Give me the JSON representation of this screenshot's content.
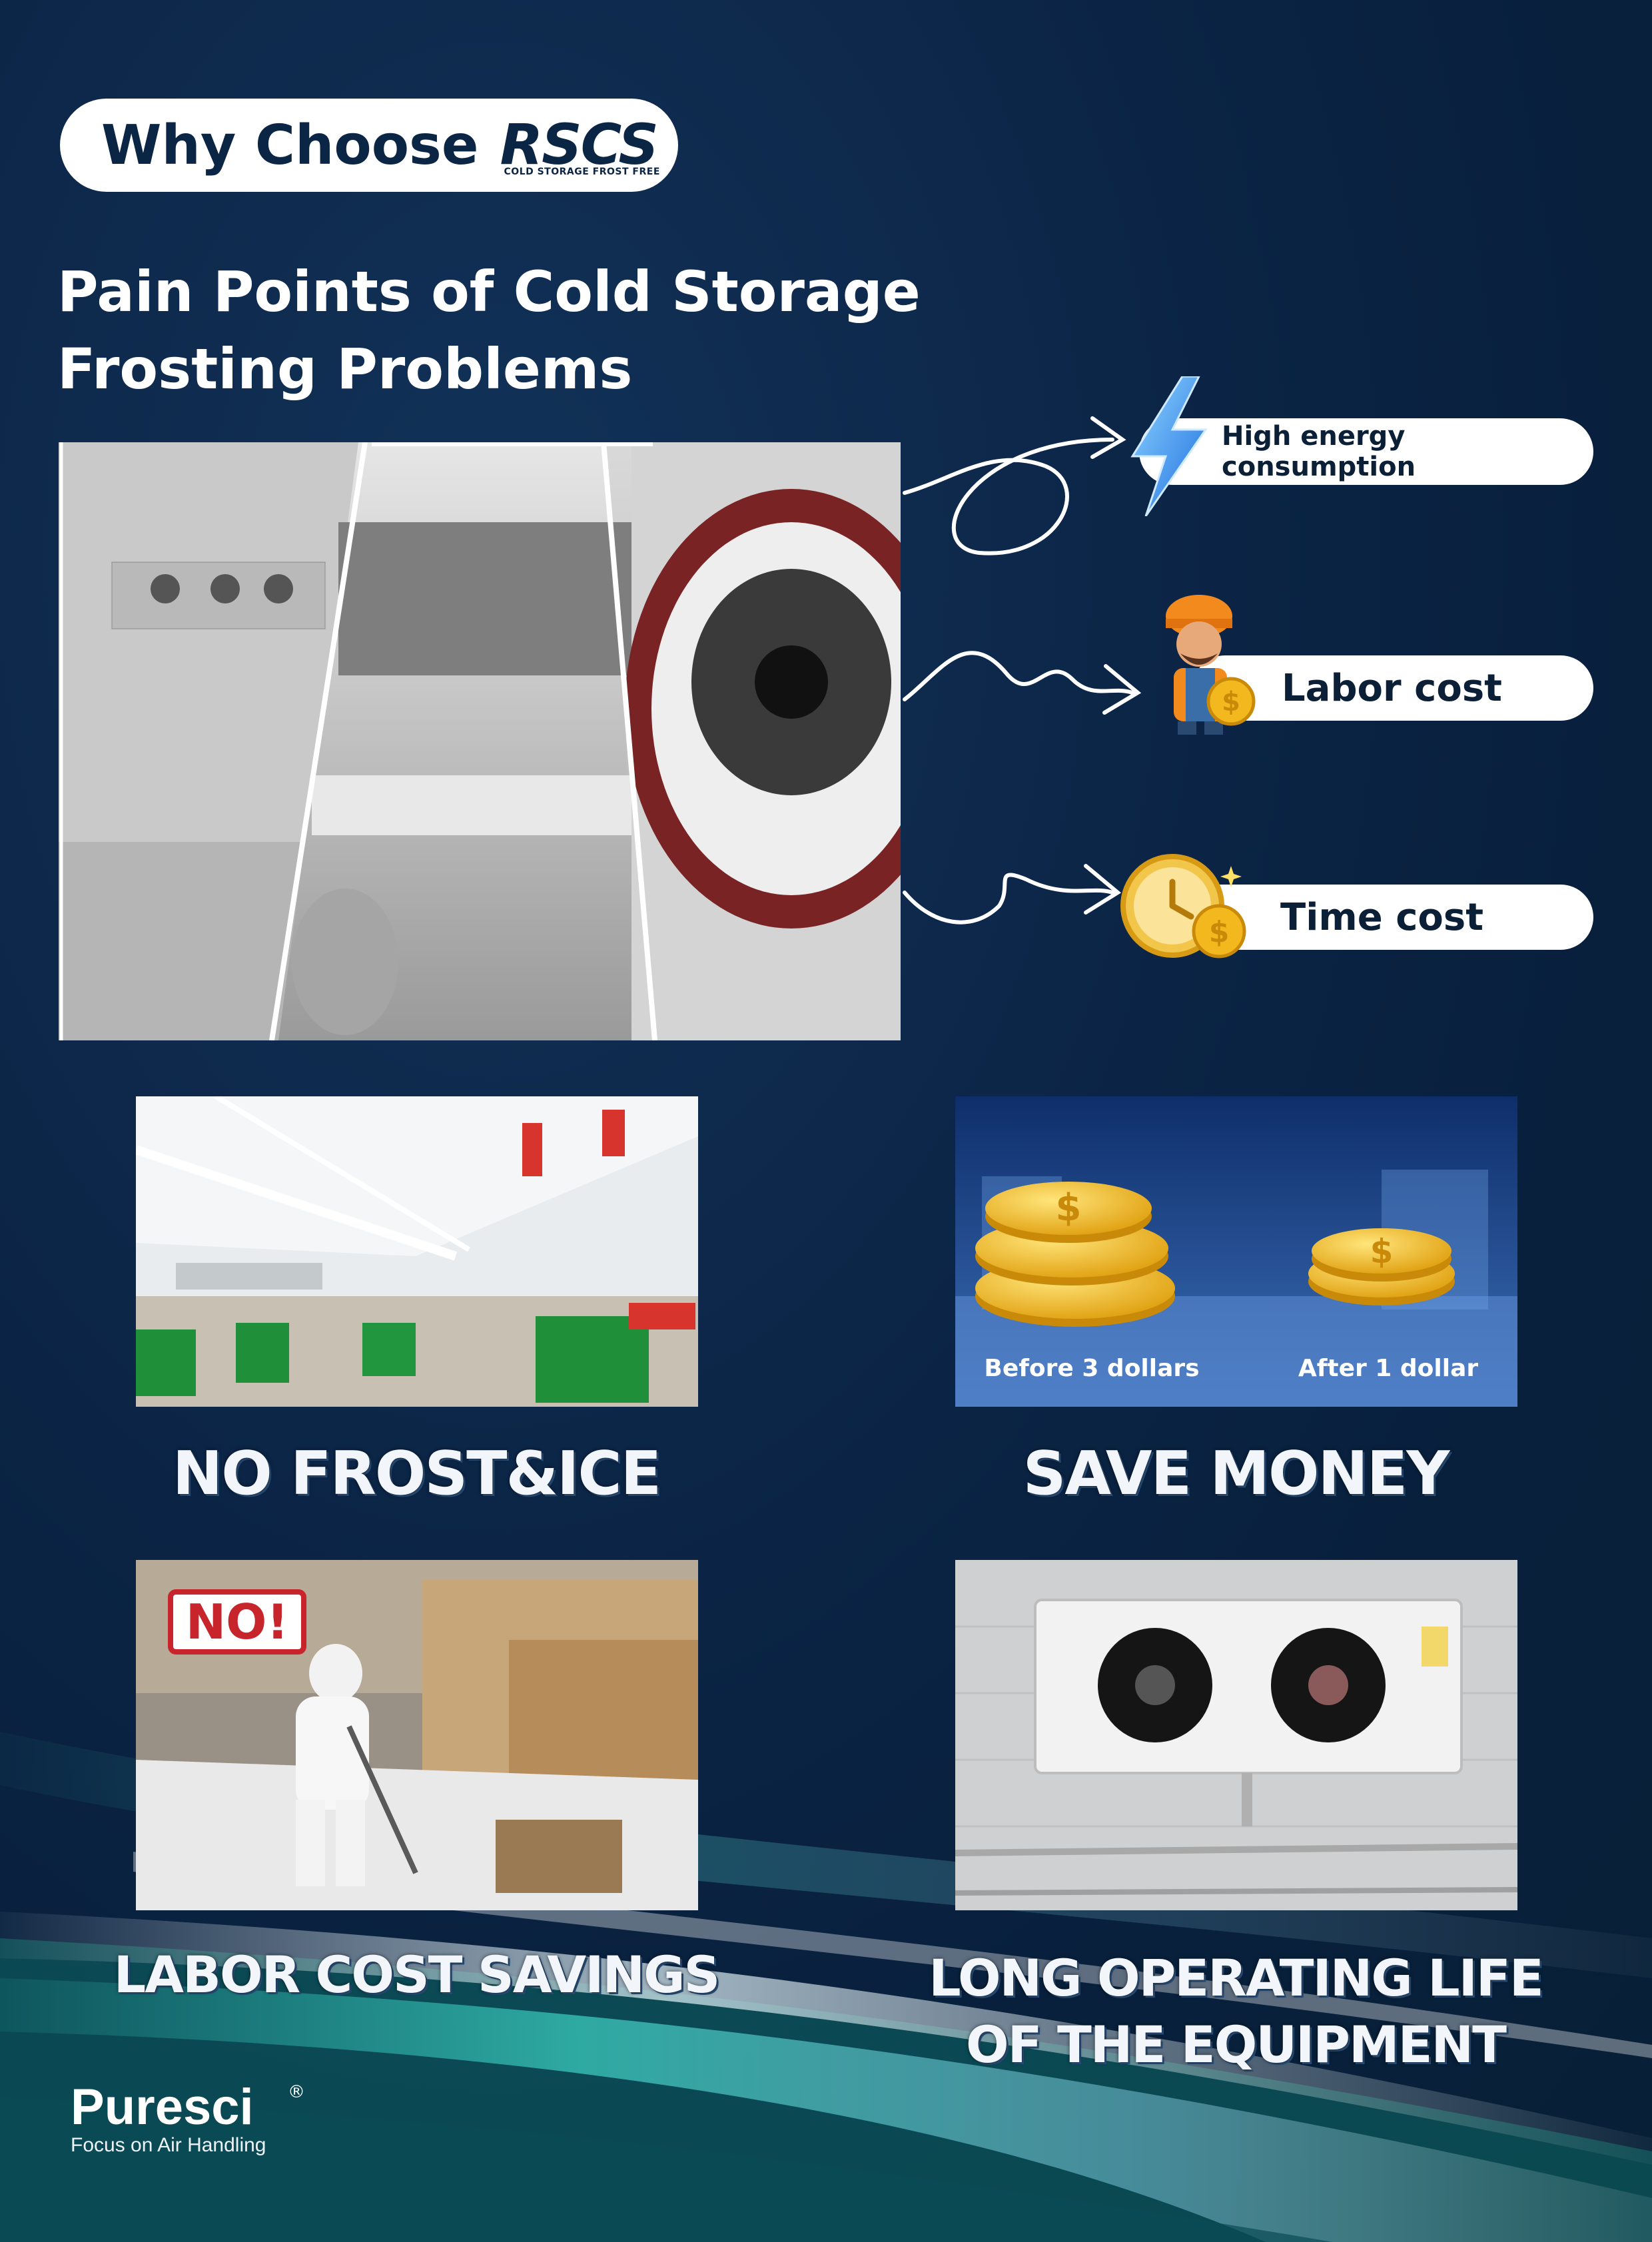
{
  "header": {
    "badge_text": "Why Choose",
    "logo": {
      "word": "RSCS",
      "tagline": "COLD STORAGE FROST FREE"
    }
  },
  "section": {
    "title_line1": "Pain Points of Cold Storage",
    "title_line2": "Frosting Problems"
  },
  "pain_points": [
    {
      "label": "High energy consumption",
      "icon": "lightning-icon"
    },
    {
      "label": "Labor cost",
      "icon": "worker-coin-icon"
    },
    {
      "label": "Time cost",
      "icon": "clock-coin-icon"
    }
  ],
  "benefits": {
    "no_frost": "NO FROST&ICE",
    "save_money": "SAVE MONEY",
    "save_money_before": "Before 3 dollars",
    "save_money_after": "After 1 dollar",
    "labor": "LABOR COST SAVINGS",
    "labor_badge": "NO!",
    "life_line1": "LONG OPERATING LIFE",
    "life_line2": "OF THE EQUIPMENT"
  },
  "brand": {
    "name": "Puresci",
    "reg": "®",
    "slogan": "Focus on Air Handling"
  },
  "colors": {
    "navy": "#0b2545",
    "gold": "#f2b81e",
    "teal_glow": "#3fd8c8",
    "badge_red": "#c8242b"
  }
}
